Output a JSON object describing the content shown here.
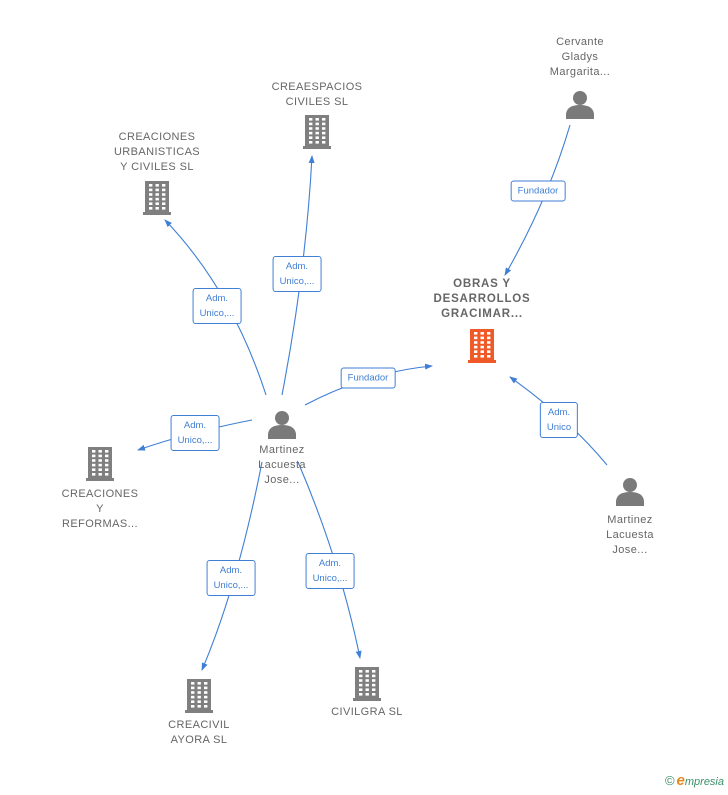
{
  "colors": {
    "edge": "#3f7fd4",
    "building": "#7f7f7f",
    "building_focus": "#f05a28",
    "person": "#7a7a7a",
    "label_text": "#666666"
  },
  "nodes": [
    {
      "id": "creaespacios",
      "type": "company",
      "icon": "building-icon",
      "label": "CREAESPACIOS\nCIVILES  SL"
    },
    {
      "id": "creaciones-urb",
      "type": "company",
      "icon": "building-icon",
      "label": "CREACIONES\nURBANISTICAS\nY CIVILES SL"
    },
    {
      "id": "cervante",
      "type": "person",
      "icon": "person-icon",
      "label": "Cervante\nGladys\nMargarita..."
    },
    {
      "id": "obras",
      "type": "company",
      "focus": true,
      "icon": "building-icon",
      "label": "OBRAS Y\nDESARROLLOS\nGRACIMAR..."
    },
    {
      "id": "martinez-main",
      "type": "person",
      "icon": "person-icon",
      "label": "Martinez\nLacuesta\nJose..."
    },
    {
      "id": "creaciones-ref",
      "type": "company",
      "icon": "building-icon",
      "label": "CREACIONES\nY\nREFORMAS..."
    },
    {
      "id": "martinez-2",
      "type": "person",
      "icon": "person-icon",
      "label": "Martinez\nLacuesta\nJose..."
    },
    {
      "id": "creacivil",
      "type": "company",
      "icon": "building-icon",
      "label": "CREACIVIL\nAYORA  SL"
    },
    {
      "id": "civilgra",
      "type": "company",
      "icon": "building-icon",
      "label": "CIVILGRA  SL"
    }
  ],
  "edges": [
    {
      "id": "e1",
      "from": "martinez-main",
      "to": "creaespacios",
      "label": "Adm.\nUnico,..."
    },
    {
      "id": "e2",
      "from": "martinez-main",
      "to": "creaciones-urb",
      "label": "Adm.\nUnico,..."
    },
    {
      "id": "e3",
      "from": "cervante",
      "to": "obras",
      "label": "Fundador"
    },
    {
      "id": "e4",
      "from": "martinez-main",
      "to": "obras",
      "label": "Fundador"
    },
    {
      "id": "e5",
      "from": "martinez-main",
      "to": "creaciones-ref",
      "label": "Adm.\nUnico,..."
    },
    {
      "id": "e6",
      "from": "martinez-2",
      "to": "obras",
      "label": "Adm.\nUnico"
    },
    {
      "id": "e7",
      "from": "martinez-main",
      "to": "creacivil",
      "label": "Adm.\nUnico,..."
    },
    {
      "id": "e8",
      "from": "martinez-main",
      "to": "civilgra",
      "label": "Adm.\nUnico,..."
    }
  ],
  "footer": {
    "copyright": "©",
    "brand_initial": "e",
    "brand_rest": "mpresia"
  }
}
